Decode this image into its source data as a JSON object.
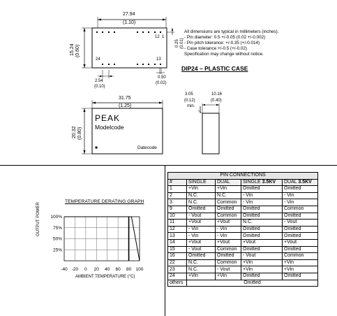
{
  "top_drawing": {
    "width_mm": "27.94",
    "width_in": "(1.10)",
    "height_mm": "15.24",
    "height_in": "(0.60)",
    "pin_12": "12",
    "pin_13": "13",
    "pin_24": "24",
    "pin_1": "1",
    "dim_025_mm": "0.25",
    "dim_025_in": "(0.01)",
    "dim_050_mm": "0.50",
    "dim_050_in": "(0.02)",
    "pitch_mm": "2.54",
    "pitch_in": "(0.10)"
  },
  "notes": [
    "All dimensions are typical in millimeters (inches).",
    "- Pin diameter: 0.5 +/-0.05 (0.02 +/-0.002)",
    "- Pin pitch tolerance: +/-0.35 (+/-0.014)",
    "- Case tolerance +/-0.5 (+/-0.02)",
    "Specification may change without notice."
  ],
  "case_title": "DIP24 – PLASTIC CASE",
  "body_drawing": {
    "width_mm": "31.75",
    "width_in": "(1.25)",
    "height_mm": "20.32",
    "height_in": "(0.80)",
    "brand": "PEAK",
    "model": "Modelcode",
    "datecode": "Datecode"
  },
  "side_drawing": {
    "pin_mm": "3.05",
    "pin_in": "(0.12)",
    "pin_note": "min.",
    "thick_mm": "10.16",
    "thick_in": "(0.40)"
  },
  "graph": {
    "title": "TEMPERATURE DERATING GRAPH",
    "ylabel": "OUTPUT POWER",
    "xlabel": "AMBIENT TEMPERATURE (°C)",
    "yticks": [
      "100%",
      "75%",
      "50%",
      "25%"
    ],
    "xticks": [
      "-40",
      "-20",
      "0",
      "20",
      "40",
      "60",
      "80",
      "100"
    ]
  },
  "chart_data": {
    "type": "line",
    "xlabel": "AMBIENT TEMPERATURE (°C)",
    "ylabel": "OUTPUT POWER",
    "title": "TEMPERATURE DERATING GRAPH",
    "xlim": [
      -40,
      100
    ],
    "ylim": [
      0,
      100
    ],
    "grid": true,
    "series": [
      {
        "x": [
          -40,
          85,
          100
        ],
        "y": [
          100,
          100,
          0
        ]
      }
    ],
    "x_ticks": [
      "-40",
      "-20",
      "0",
      "20",
      "40",
      "60",
      "80",
      "100"
    ],
    "y_ticks": [
      "100%",
      "75%",
      "50%",
      "25%"
    ]
  },
  "table": {
    "title": "PIN CONNECTIONS",
    "headers": [
      "#",
      "SINGLE",
      "DUAL",
      "SINGLE 3.5KV",
      "DUAL 3.5KV"
    ],
    "header_kv_plain": [
      "SINGLE ",
      "DUAL "
    ],
    "header_kv_bold": [
      "3.5KV",
      "3.5KV"
    ],
    "rows": [
      [
        "1",
        "+Vin",
        "+Vin",
        "Omitted",
        "Omitted"
      ],
      [
        "2",
        "N.C.",
        "N.C.",
        "- Vin",
        "- Vin"
      ],
      [
        "3",
        "N.C.",
        "Common",
        "- Vin",
        "- Vin"
      ],
      [
        "9",
        "Omitted",
        "Omitted",
        "Omitted",
        "Common"
      ],
      [
        "10",
        "- Vout",
        "Common",
        "Omitted",
        "Omitted"
      ],
      [
        "11",
        "+Vout",
        "+Vout",
        "N.C.",
        "- Vout"
      ],
      [
        "12",
        "- Vin",
        "- Vin",
        "Omitted",
        "Omitted"
      ],
      [
        "13",
        "- Vin",
        "- Vin",
        "Omitted",
        "Omitted"
      ],
      [
        "14",
        "+Vout",
        "+Vout",
        "+Vout",
        "+Vout"
      ],
      [
        "15",
        "- Vout",
        "Common",
        "Omitted",
        "Omitted"
      ],
      [
        "16",
        "Omitted",
        "Omitted",
        "- Vout",
        "Common"
      ],
      [
        "22",
        "N.C.",
        "Common",
        "+Vin",
        "+Vin"
      ],
      [
        "23",
        "N.C.",
        "- Vout",
        "+Vin",
        "+Vin"
      ],
      [
        "24",
        "+Vin",
        "+Vin",
        "Omitted",
        "Omitted"
      ]
    ],
    "others_label": "others",
    "others_value": "Omitted"
  }
}
